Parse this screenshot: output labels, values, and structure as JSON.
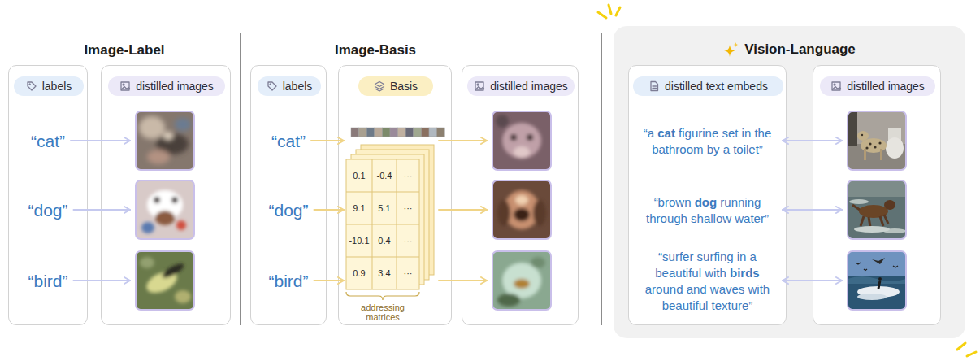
{
  "diagram": {
    "nodes": [
      {
        "text": [
          "labels",
          "“cat”",
          "“dog”",
          "“bird”"
        ]
      },
      {
        "text": [
          "distilled images"
        ]
      },
      {
        "text": [
          "labels",
          "“cat”",
          "“dog”",
          "“bird”"
        ]
      },
      {
        "text": [
          "Basis"
        ]
      },
      {
        "text": [
          "distilled images"
        ]
      },
      {
        "text": [
          "Vision-Language"
        ]
      },
      {
        "text": [
          "distilled text embeds",
          "“a cat figurine set in the bathroom by a toilet”",
          "“brown dog running through shallow water”",
          "“surfer surfing in a beautiful with birds around and waves with beautiful texture”"
        ],
        "in": 5
      },
      {
        "text": [
          "distilled images"
        ],
        "in": 5
      }
    ],
    "edges": [
      {
        "from": 0,
        "to": 1,
        "arrow": "to"
      },
      {
        "from": 0,
        "to": 1,
        "arrow": "to"
      },
      {
        "from": 0,
        "to": 1,
        "arrow": "to"
      },
      {
        "from": 2,
        "to": 3,
        "arrow": "to"
      },
      {
        "from": 2,
        "to": 3,
        "arrow": "to"
      },
      {
        "from": 2,
        "to": 3,
        "arrow": "to"
      },
      {
        "from": 3,
        "to": 4,
        "arrow": "to"
      },
      {
        "from": 3,
        "to": 4,
        "arrow": "to"
      },
      {
        "from": 3,
        "to": 4,
        "arrow": "to"
      },
      {
        "from": 6,
        "to": 7,
        "arrow": "both"
      },
      {
        "from": 6,
        "to": 7,
        "arrow": "both"
      },
      {
        "from": 6,
        "to": 7,
        "arrow": "both"
      }
    ],
    "labels": [
      "Image-Label",
      "Image-Basis",
      "0.1",
      "-0.4",
      "···",
      "9.1",
      "5.1",
      "···",
      "-10.1",
      "0.4",
      "···",
      "0.9",
      "3.4",
      "···",
      "addressing matrices"
    ]
  }
}
